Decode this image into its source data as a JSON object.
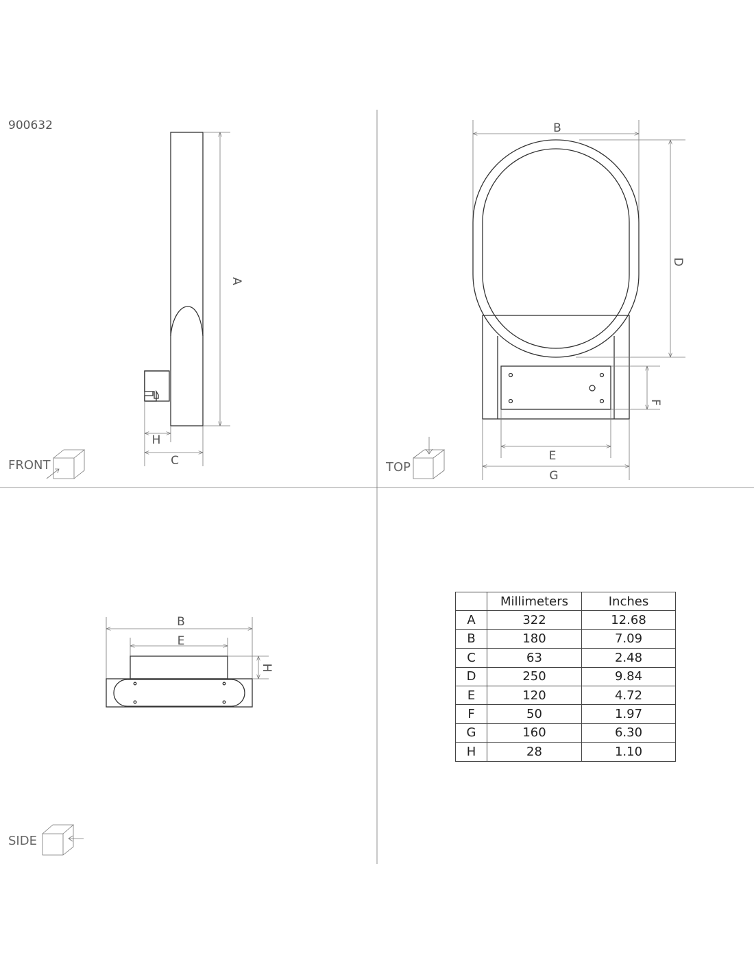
{
  "product_code": "900632",
  "views": {
    "front": "FRONT",
    "top": "TOP",
    "side": "SIDE"
  },
  "dimension_labels": {
    "A": "A",
    "B": "B",
    "C": "C",
    "D": "D",
    "E": "E",
    "F": "F",
    "G": "G",
    "H": "H"
  },
  "table": {
    "headers": [
      "",
      "Millimeters",
      "Inches"
    ],
    "rows": [
      [
        "A",
        "322",
        "12.68"
      ],
      [
        "B",
        "180",
        "7.09"
      ],
      [
        "C",
        "63",
        "2.48"
      ],
      [
        "D",
        "250",
        "9.84"
      ],
      [
        "E",
        "120",
        "4.72"
      ],
      [
        "F",
        "50",
        "1.97"
      ],
      [
        "G",
        "160",
        "6.30"
      ],
      [
        "H",
        "28",
        "1.10"
      ]
    ]
  }
}
